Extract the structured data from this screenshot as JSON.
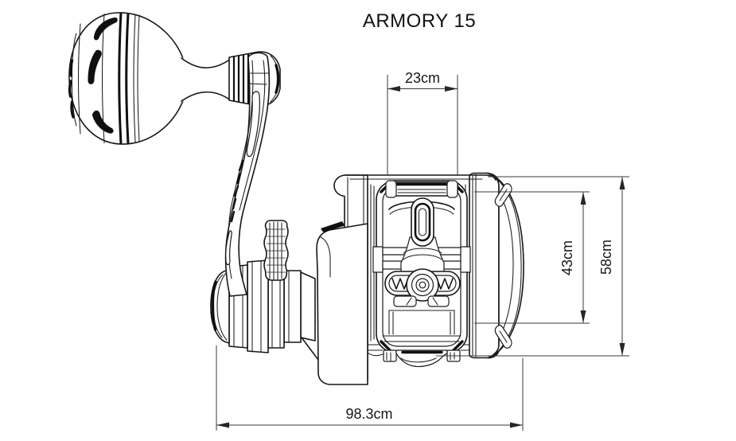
{
  "title": "ARMORY 15",
  "dimensions": {
    "top_width": {
      "label": "23cm"
    },
    "spool_height": {
      "label": "43cm"
    },
    "overall_height": {
      "label": "58cm"
    },
    "overall_length": {
      "label": "98.3cm"
    }
  },
  "colors": {
    "background": "#ffffff",
    "drawing_line": "#161616",
    "dimension_line": "#3a3a3a",
    "text": "#111111"
  }
}
